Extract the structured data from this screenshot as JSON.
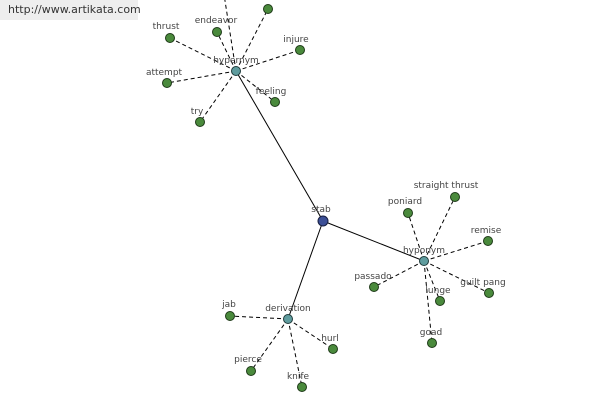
{
  "site_link": "http://www.artikata.com",
  "colors": {
    "root": "#3c4f96",
    "category": "#5f9c9e",
    "leaf": "#4a8a3c"
  },
  "graph": {
    "root": "stab",
    "categories": [
      {
        "key": "hypernym",
        "label": "hypernym",
        "children": [
          "thrust",
          "endeavor",
          "",
          "injure",
          "attempt",
          "feeling",
          "try",
          ""
        ]
      },
      {
        "key": "hyponym",
        "label": "hyponym",
        "children": [
          "straight thrust",
          "poniard",
          "remise",
          "passado",
          "lunge",
          "guilt pang",
          "goad"
        ]
      },
      {
        "key": "derivation",
        "label": "derivation",
        "children": [
          "jab",
          "hurl",
          "pierce",
          "knife"
        ]
      }
    ]
  }
}
